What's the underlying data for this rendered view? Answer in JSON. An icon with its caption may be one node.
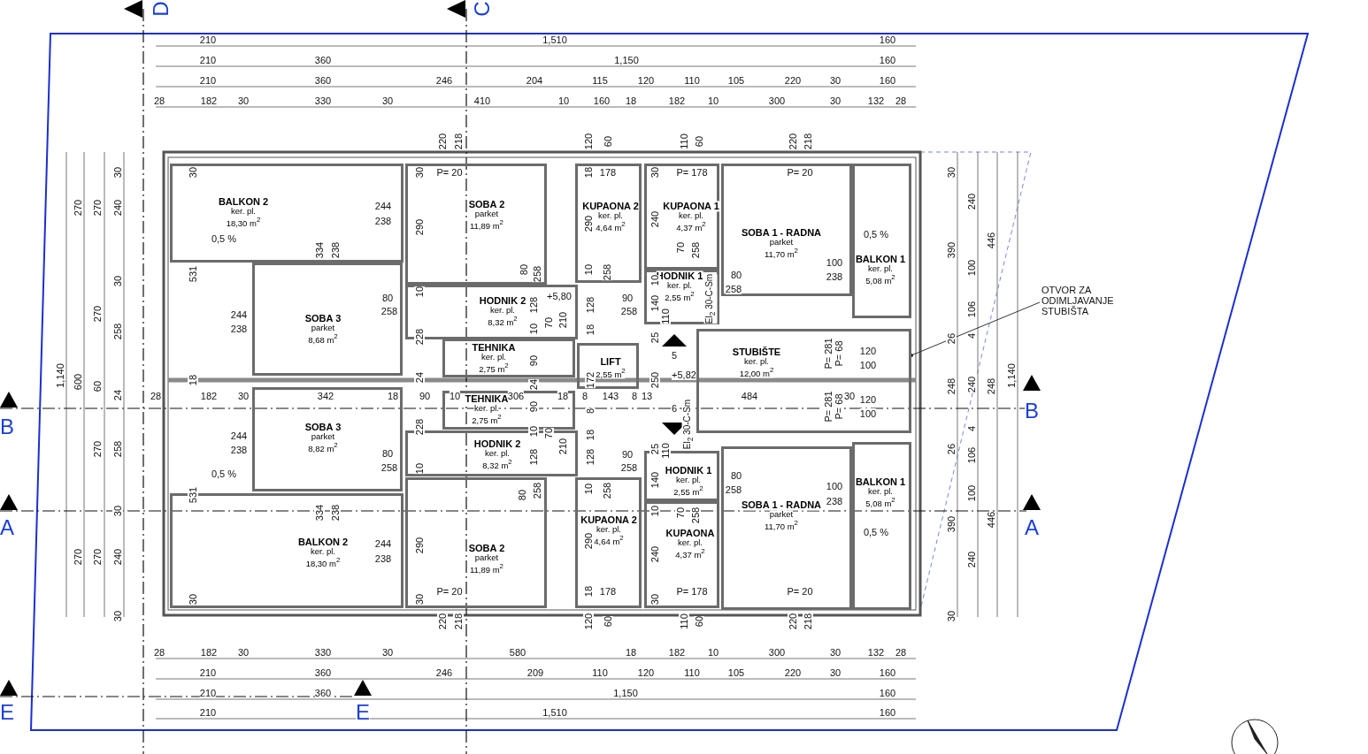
{
  "diagram": {
    "nodes": [
      {
        "text": [
          "BALKON 2",
          "ker. pl.",
          "18,30 m$^{2}$"
        ]
      },
      {
        "text": [
          "SOBA 3",
          "parket",
          "8,68 m$^{2}$"
        ]
      },
      {
        "text": [
          "SOBA 2",
          "parket",
          "11,89 m$^{2}$"
        ]
      },
      {
        "text": [
          "HODNIK 2",
          "ker. pl.",
          "8,32 m$^{2}$"
        ]
      },
      {
        "text": [
          "TEHNIKA",
          "ker. pl.",
          "2,75 m$^{2}$"
        ]
      },
      {
        "text": [
          "KUPAONA 2",
          "ker. pl.",
          "4,64 m$^{2}$"
        ]
      },
      {
        "text": [
          "KUPAONA 1",
          "ker. pl.",
          "4,37 m$^{2}$"
        ]
      },
      {
        "text": [
          "HODNIK 1",
          "ker. pl.",
          "2,55 m$^{2}$"
        ]
      },
      {
        "text": [
          "SOBA 1 - RADNA",
          "parket",
          "11,70 m$^{2}$"
        ]
      },
      {
        "text": [
          "BALKON 1",
          "ker. pl.",
          "5,08 m$^{2}$"
        ]
      },
      {
        "text": [
          "LIFT",
          "2,55 m$^{2}$"
        ]
      },
      {
        "text": [
          "STUBIŠTE",
          "ker. pl.",
          "12,00 m$^{2}$"
        ]
      },
      {
        "text": [
          "TEHNIKA",
          "ker. pl.",
          "2,75 m$^{2}$"
        ]
      },
      {
        "text": [
          "SOBA 3",
          "parket",
          "8,82 m$^{2}$"
        ]
      },
      {
        "text": [
          "HODNIK 2",
          "ker. pl.",
          "8,32 m$^{2}$"
        ]
      },
      {
        "text": [
          "HODNIK 1",
          "ker. pl.",
          "2,55 m$^{2}$"
        ]
      },
      {
        "text": [
          "BALKON 1",
          "ker. pl.",
          "5,08 m$^{2}$"
        ]
      },
      {
        "text": [
          "SOBA 1 - RADNA",
          "parket",
          "11,70 m$^{2}$"
        ]
      },
      {
        "text": [
          "BALKON 2",
          "ker. pl.",
          "18,30 m$^{2}$"
        ]
      },
      {
        "text": [
          "SOBA 2",
          "parket",
          "11,89 m$^{2}$"
        ]
      },
      {
        "text": [
          "KUPAONA 2",
          "ker. pl.",
          "4,64 m$^{2}$"
        ]
      },
      {
        "text": [
          "KUPAONA",
          "ker. pl.",
          "4,37 m$^{2}$"
        ]
      },
      {
        "text": [
          "OTVOR ZA ODIMLJAVANJE STUBIŠTA"
        ]
      }
    ],
    "edges": [
      {
        "from": 22,
        "to": 11,
        "arrow": "other"
      }
    ],
    "labels": [
      "D",
      "C",
      "B",
      "B",
      "A",
      "A",
      "E",
      "E",
      "210",
      "1,510",
      "160",
      "210",
      "360",
      "1,150",
      "160",
      "210",
      "360",
      "246",
      "204",
      "115",
      "120",
      "110",
      "105",
      "220",
      "30",
      "160",
      "28",
      "182",
      "30",
      "330",
      "30",
      "410",
      "10",
      "160",
      "18",
      "182",
      "10",
      "300",
      "30",
      "132",
      "28",
      "220",
      "218",
      "120",
      "60",
      "110",
      "60",
      "220",
      "218",
      "30",
      "30",
      "P= 20",
      "18",
      "178",
      "30",
      "P= 178",
      "P= 20",
      "244",
      "238",
      "290",
      "290",
      "240",
      "0,5 %",
      "0,5 %",
      "334",
      "238",
      "531",
      "70",
      "258",
      "80",
      "258",
      "10",
      "258",
      "10",
      "80",
      "258",
      "100",
      "238",
      "10",
      "80",
      "258",
      "128",
      "+5,80",
      "128",
      "90",
      "258",
      "140",
      "110",
      "El$_{2}$ 30-C-Sm",
      "244",
      "238",
      "10",
      "70",
      "210",
      "18",
      "25",
      "228",
      "5",
      "120",
      "100",
      "P= 281",
      "P= 68",
      "90",
      "18",
      "24",
      "24",
      "172",
      "250",
      "+5,82",
      "28",
      "182",
      "30",
      "342",
      "18",
      "90",
      "10",
      "306",
      "18",
      "8",
      "143",
      "8",
      "13",
      "484",
      "30",
      "90",
      "8",
      "6",
      "P= 281",
      "P= 68",
      "120",
      "100",
      "228",
      "10",
      "70",
      "210",
      "18",
      "El$_{2}$ 30-C-Sm",
      "244",
      "238",
      "25",
      "110",
      "80",
      "258",
      "128",
      "128",
      "90",
      "258",
      "0,5 %",
      "10",
      "140",
      "80",
      "258",
      "100",
      "238",
      "531",
      "80",
      "258",
      "10",
      "258",
      "334",
      "238",
      "10",
      "70",
      "258",
      "0,5 %",
      "244",
      "238",
      "290",
      "290",
      "240",
      "P= 20",
      "18",
      "178",
      "P= 178",
      "P= 20",
      "30",
      "30",
      "30",
      "220",
      "218",
      "120",
      "60",
      "110",
      "60",
      "220",
      "218",
      "28",
      "182",
      "30",
      "330",
      "30",
      "580",
      "18",
      "182",
      "10",
      "300",
      "30",
      "132",
      "28",
      "210",
      "360",
      "246",
      "209",
      "110",
      "120",
      "110",
      "105",
      "220",
      "30",
      "160",
      "210",
      "360",
      "1,150",
      "160",
      "210",
      "1,510",
      "160",
      "1,140",
      "270",
      "600",
      "270",
      "270",
      "270",
      "60",
      "270",
      "270",
      "30",
      "240",
      "30",
      "258",
      "24",
      "258",
      "30",
      "240",
      "30",
      "30",
      "390",
      "26",
      "248",
      "26",
      "390",
      "30",
      "240",
      "100",
      "106",
      "4",
      "240",
      "4",
      "106",
      "100",
      "240",
      "446",
      "248",
      "446",
      "1,140"
    ]
  }
}
